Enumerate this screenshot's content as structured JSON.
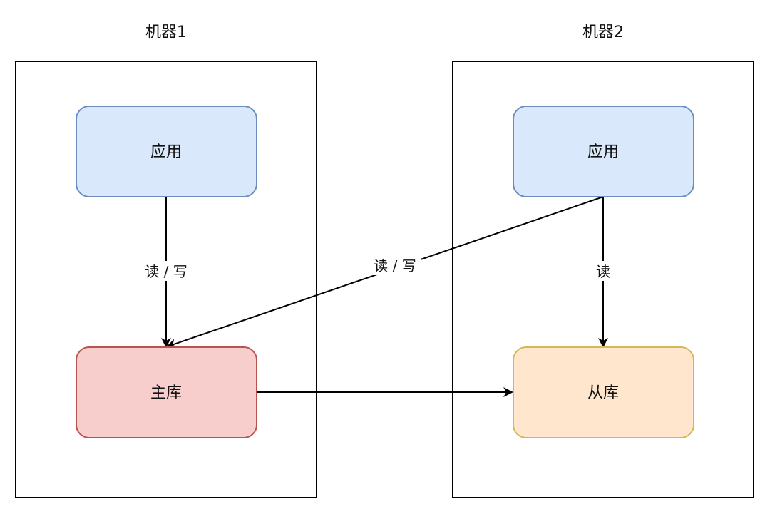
{
  "machines": [
    {
      "title": "机器1"
    },
    {
      "title": "机器2"
    }
  ],
  "nodes": {
    "app1": {
      "label": "应用"
    },
    "master": {
      "label": "主库"
    },
    "app2": {
      "label": "应用"
    },
    "slave": {
      "label": "从库"
    }
  },
  "edges": {
    "app1_master": {
      "label": "读 / 写"
    },
    "app2_master": {
      "label": "读 / 写"
    },
    "app2_slave": {
      "label": "读"
    },
    "master_slave": {
      "label": ""
    }
  },
  "colors": {
    "app_fill": "#dae8fc",
    "app_stroke": "#6c8ebf",
    "master_fill": "#f8cecc",
    "master_stroke": "#b85450",
    "slave_fill": "#ffe6cc",
    "slave_stroke": "#d6b656",
    "line": "#000000",
    "container_stroke": "#000000"
  }
}
